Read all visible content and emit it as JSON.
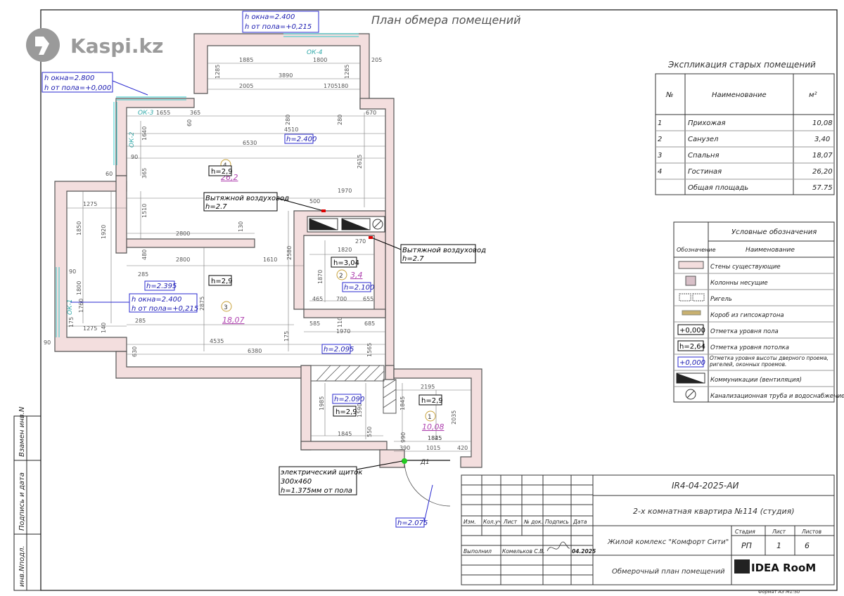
{
  "watermark": {
    "brand": "Kaspi.kz",
    "icon": "kaspi-logo-icon"
  },
  "title": "План обмера помещений",
  "explication": {
    "title": "Экспликация старых помещений",
    "headers": [
      "№",
      "Наименование",
      "м²"
    ],
    "rows": [
      {
        "n": "1",
        "name": "Прихожая",
        "area": "10,08"
      },
      {
        "n": "2",
        "name": "Санузел",
        "area": "3,40"
      },
      {
        "n": "3",
        "name": "Спальня",
        "area": "18,07"
      },
      {
        "n": "4",
        "name": "Гостиная",
        "area": "26,20"
      },
      {
        "n": "",
        "name": "Общая площадь",
        "area": "57.75"
      }
    ]
  },
  "legend": {
    "title": "Условные обозначения",
    "headers": [
      "Обозначение",
      "Наименование"
    ],
    "rows": [
      {
        "symbol": "",
        "name": "Стены существующие"
      },
      {
        "symbol": "",
        "name": "Колонны несущие"
      },
      {
        "symbol": "",
        "name": "Ригель"
      },
      {
        "symbol": "",
        "name": "Короб из гипсокартона"
      },
      {
        "symbol": "+0,000",
        "name": "Отметка уровня пола"
      },
      {
        "symbol": "h=2,64",
        "name": "Отметка уровня потолка"
      },
      {
        "symbol": "+0,000",
        "name": "Отметка уровня высоты дверного проема, ригелей, оконных проемов."
      },
      {
        "symbol": "",
        "name": "Коммуникации (вентиляция)"
      },
      {
        "symbol": "",
        "name": "Канализационная труба и водоснабжение"
      }
    ]
  },
  "plan": {
    "rooms": [
      {
        "n": "4",
        "area": "26,2",
        "h": "h=2,9"
      },
      {
        "n": "3",
        "area": "18,07",
        "h": "h=2,9"
      },
      {
        "n": "2",
        "area": "3,4",
        "h": "h=3,04"
      },
      {
        "n": "1",
        "area": "10,08",
        "h": "h=2,9"
      }
    ],
    "extra_h": "h=2,9",
    "window_notes": [
      {
        "l1": "h окна=2.400",
        "l2": "h от пола=+0,215"
      },
      {
        "l1": "h окна=2.800",
        "l2": "h от пола=+0,000"
      },
      {
        "l1": "h окна=2.400",
        "l2": "h от пола=+0,215"
      }
    ],
    "window_labels": [
      "ОК-4",
      "ОК-3",
      "ОК-2",
      "ОК-1"
    ],
    "blue_levels": [
      "h=2.400",
      "h=2.395",
      "h=2.100",
      "h=2.095",
      "h=2.090",
      "h=2.075"
    ],
    "vent_callouts": [
      {
        "l1": "Вытяжной воздуховод",
        "l2": "h=2.7"
      },
      {
        "l1": "Вытяжной воздуховод",
        "l2": "h=2.7"
      }
    ],
    "panel_callout": {
      "l1": "электрический щиток",
      "l2": "300x460",
      "l3": "h=1.375мм от пола"
    },
    "door_label": "Д1",
    "dims": [
      "1885",
      "1800",
      "205",
      "1285",
      "3890",
      "1285",
      "2005",
      "1705",
      "180",
      "1655",
      "365",
      "280",
      "280",
      "670",
      "60",
      "4510",
      "1640",
      "6530",
      "2615",
      "90",
      "365",
      "60",
      "1970",
      "500",
      "1275",
      "1850",
      "1920",
      "1510",
      "2800",
      "130",
      "270",
      "1820",
      "2580",
      "2800",
      "1610",
      "480",
      "285",
      "1870",
      "465",
      "700",
      "655",
      "90",
      "1800",
      "175",
      "1275",
      "140",
      "285",
      "2875",
      "585",
      "110",
      "685",
      "1970",
      "90",
      "630",
      "4535",
      "175",
      "6380",
      "1565",
      "2195",
      "1985",
      "1845",
      "1845",
      "2035",
      "1845",
      "550",
      "990",
      "1825",
      "390",
      "1015",
      "420",
      "1760",
      "1590"
    ]
  },
  "stamp": {
    "code": "IR4-04-2025-АИ",
    "project": "2-х комнатная квартира №114 (студия)",
    "col_headers": [
      "Изм.",
      "Кол.уч",
      "Лист",
      "№ док.",
      "Подпись",
      "Дата"
    ],
    "performed_label": "Выполнил",
    "performer": "Комельков С.В.",
    "date": "04.2025",
    "complex": "Жилой комлекс \"Комфорт Сити\"",
    "stage_h": "Стадия",
    "sheet_h": "Лист",
    "sheets_h": "Листов",
    "stage": "РП",
    "sheet": "1",
    "sheets": "6",
    "drawing_name": "Обмерочный план помещений",
    "company": "IDEA RooM",
    "format": "Формат А3 М1:50"
  },
  "side_stamp": [
    "Взамен инв.N",
    "Подпись и дата",
    "инв.Nподл."
  ]
}
